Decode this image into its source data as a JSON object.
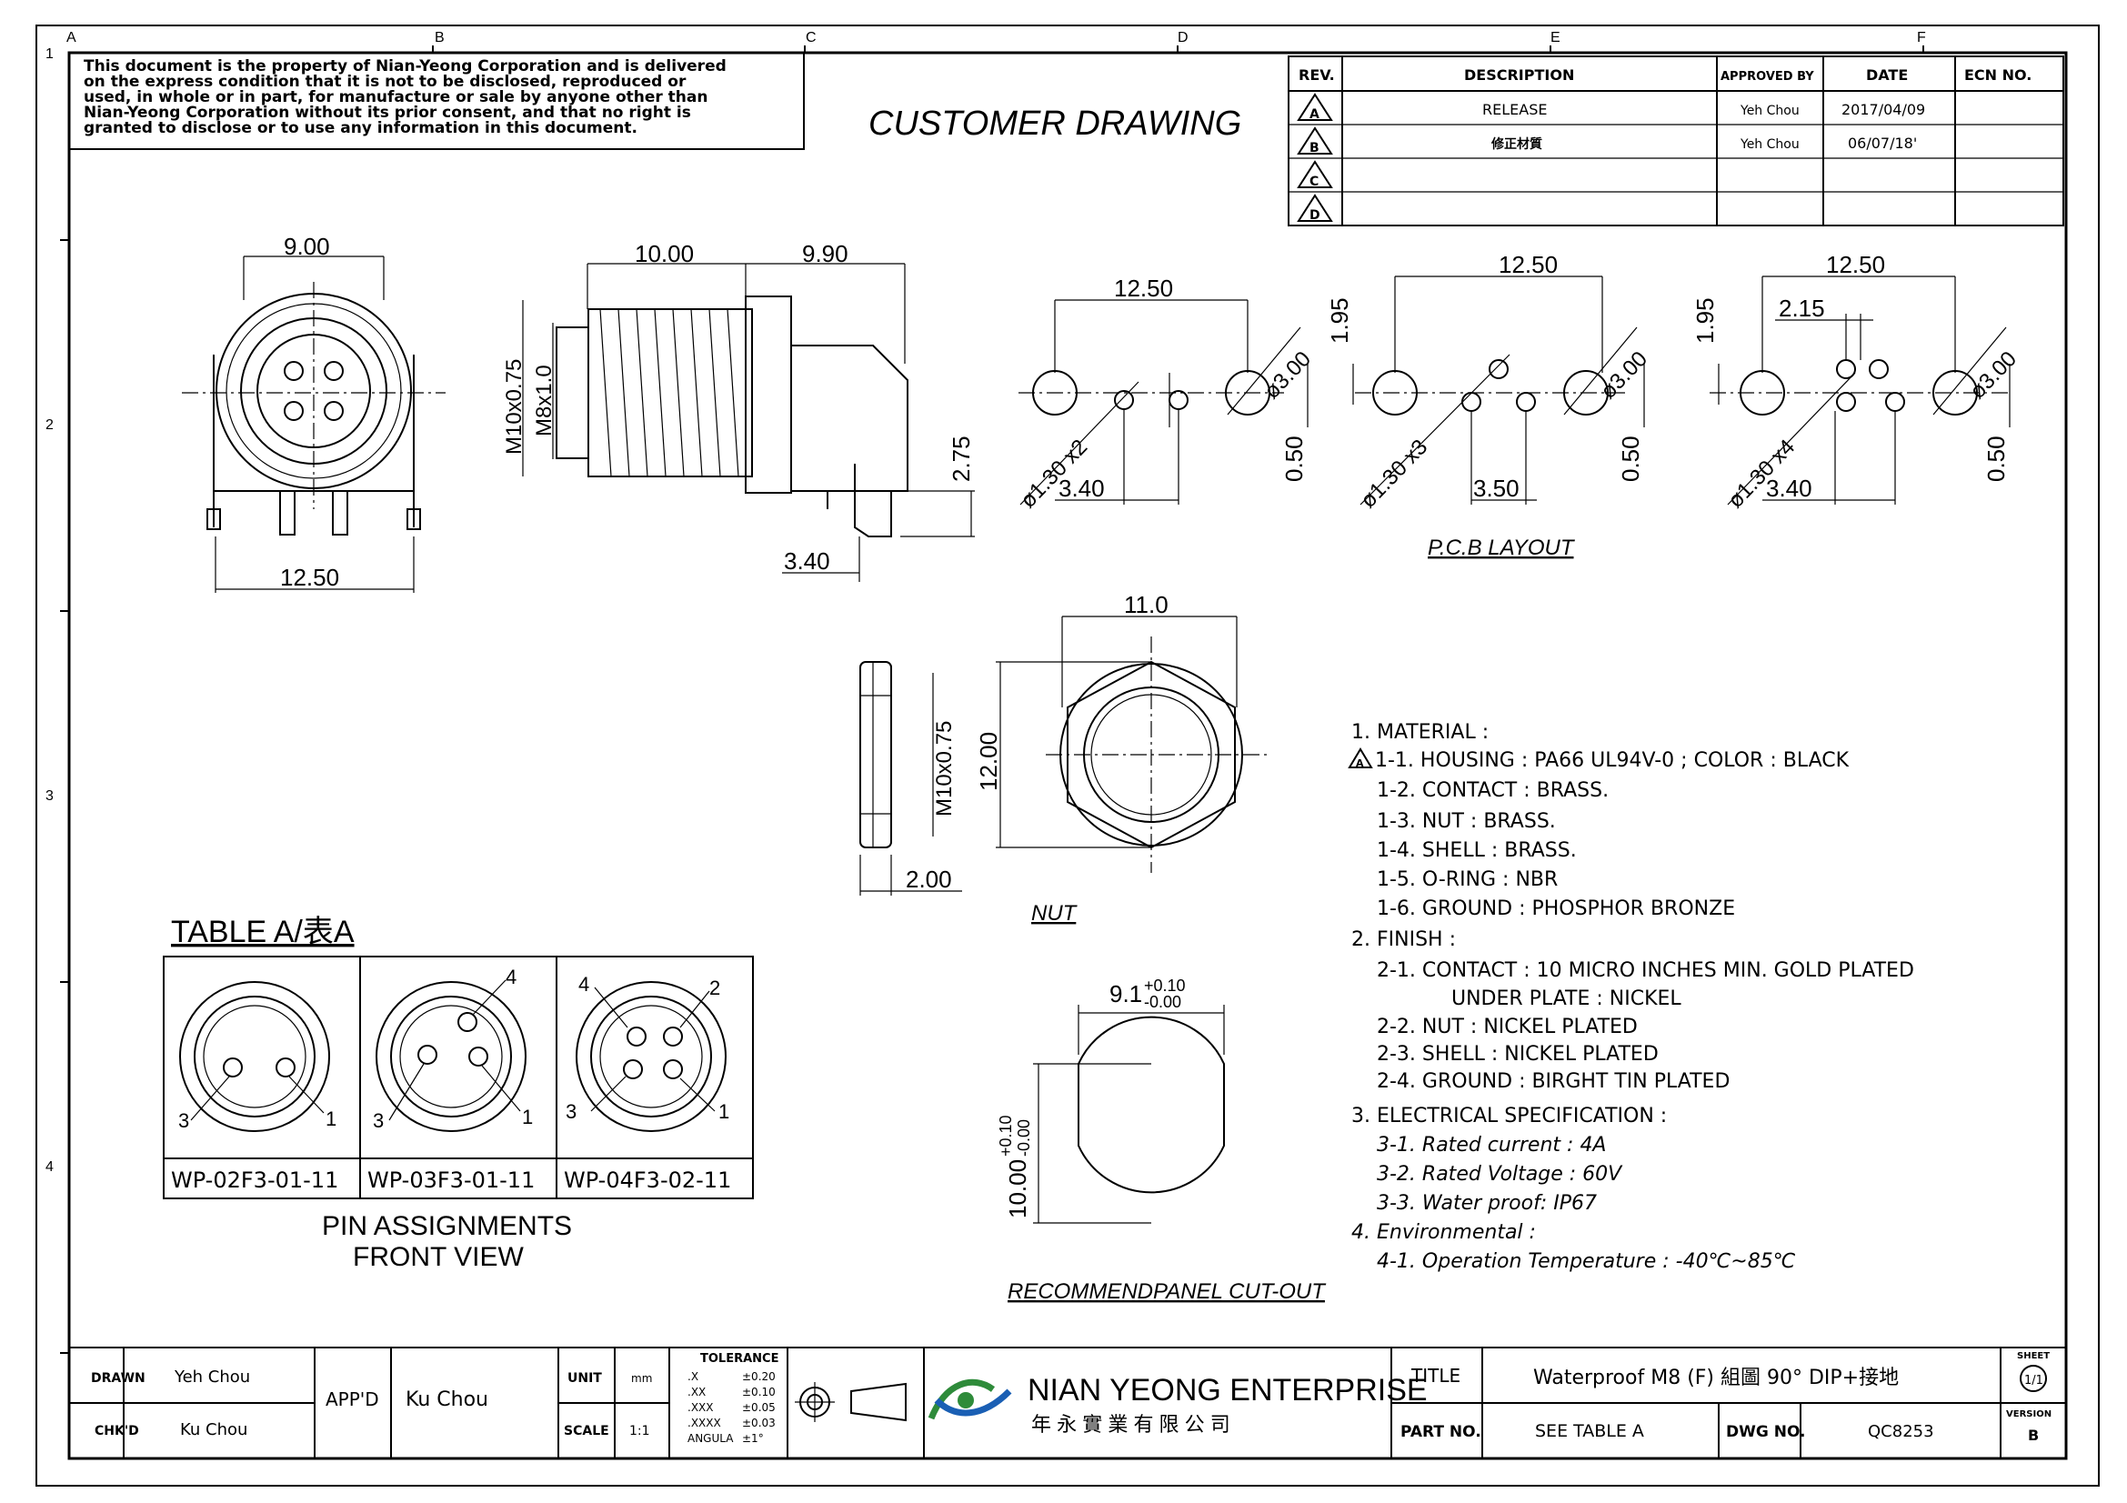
{
  "zone_letters": [
    "A",
    "B",
    "C",
    "D",
    "E",
    "F"
  ],
  "zone_numbers": [
    "1",
    "2",
    "3",
    "4"
  ],
  "disclaimer": [
    "This document is the property of Nian-Yeong Corporation and is delivered",
    "on  the  express condition that it is not to be disclosed, reproduced or",
    "used, in whole or in part, for manufacture or sale by anyone other than",
    "Nian-Yeong Corporation without  its prior consent, and that  no right  is",
    "granted to disclose or to use any information in this  document."
  ],
  "drawing_title": "CUSTOMER  DRAWING",
  "revision_table": {
    "headers": [
      "REV.",
      "DESCRIPTION",
      "APPROVED BY",
      "DATE",
      "ECN NO."
    ],
    "rows": [
      {
        "rev": "A",
        "description": "RELEASE",
        "approved": "Yeh Chou",
        "date": "2017/04/09",
        "ecn": ""
      },
      {
        "rev": "B",
        "description": "修正材質",
        "approved": "Yeh Chou",
        "date": "06/07/18'",
        "ecn": ""
      },
      {
        "rev": "C",
        "description": "",
        "approved": "",
        "date": "",
        "ecn": ""
      },
      {
        "rev": "D",
        "description": "",
        "approved": "",
        "date": "",
        "ecn": ""
      }
    ]
  },
  "dims": {
    "front_width": "9.00",
    "front_pin_span": "12.50",
    "side_body": "10.00",
    "side_tail": "9.90",
    "side_thread_outer": "M10x0.75",
    "side_thread_inner": "M8x1.0",
    "side_height": "2.75",
    "side_offset": "3.40",
    "pcb_span": "12.50",
    "pcb_hole_large": "ø3.00",
    "pcb_hole_2": "ø1.30 x2",
    "pcb_hole_3": "ø1.30 x3",
    "pcb_hole_4": "ø1.30 x4",
    "pcb_offset_2": "3.40",
    "pcb_offset_3": "3.50",
    "pcb_offset_4": "3.40",
    "pcb_vert": "1.95",
    "pcb_vert_2": "0.50",
    "pcb_inner_4": "2.15",
    "nut_hex": "11.0",
    "nut_height": "12.00",
    "nut_thread": "M10x0.75",
    "nut_thickness": "2.00",
    "cutout_width": "9.1",
    "cutout_width_tol_plus": "+0.10",
    "cutout_width_tol_minus": "-0.00",
    "cutout_height": "10.00",
    "cutout_height_tol_plus": "+0.10",
    "cutout_height_tol_minus": "-0.00"
  },
  "labels": {
    "pcb_layout": "P.C.B  LAYOUT",
    "nut": "NUT",
    "cutout": "RECOMMENDPANEL  CUT-OUT",
    "table_a": "TABLE  A/表A",
    "pin_assign_1": "PIN  ASSIGNMENTS",
    "pin_assign_2": "FRONT  VIEW"
  },
  "table_a": [
    {
      "part": "WP-02F3-01-11",
      "pins": [
        "3",
        "1"
      ]
    },
    {
      "part": "WP-03F3-01-11",
      "pins": [
        "4",
        "3",
        "1"
      ]
    },
    {
      "part": "WP-04F3-02-11",
      "pins": [
        "4",
        "2",
        "3",
        "1"
      ]
    }
  ],
  "notes": [
    "1.  MATERIAL  :",
    "1-1.  HOUSING  :  PA66  UL94V-0  ;  COLOR  :  BLACK",
    "1-2.  CONTACT  :  BRASS.",
    "1-3.  NUT  :  BRASS.",
    "1-4.  SHELL  :  BRASS.",
    "1-5.  O-RING  :  NBR",
    "1-6.  GROUND  :  PHOSPHOR  BRONZE",
    "2.  FINISH  :",
    "2-1.  CONTACT  :  10  MICRO  INCHES  MIN.  GOLD  PLATED",
    "UNDER  PLATE  :  NICKEL",
    "2-2.  NUT  :  NICKEL  PLATED",
    "2-3.  SHELL  :  NICKEL  PLATED",
    "2-4.  GROUND  :  BIRGHT  TIN  PLATED",
    "3.  ELECTRICAL  SPECIFICATION  :",
    "3-1.  Rated  current  :  4A",
    "3-2.  Rated  Voltage  :  60V",
    "3-3.  Water  proof:  IP67",
    "4.  Environmental  :",
    "4-1.  Operation  Temperature  :  -40℃~85℃"
  ],
  "note_rev_mark": "A",
  "title_block": {
    "drawn_label": "DRAWN",
    "drawn": "Yeh Chou",
    "chkd_label": "CHK'D",
    "chkd": "Ku Chou",
    "appd_label": "APP'D",
    "appd": "Ku Chou",
    "unit_label": "UNIT",
    "unit": "mm",
    "scale_label": "SCALE",
    "scale": "1:1",
    "tolerance_title": "TOLERANCE",
    "tolerances": [
      {
        "k": ".X",
        "v": "±0.20"
      },
      {
        "k": ".XX",
        "v": "±0.10"
      },
      {
        "k": ".XXX",
        "v": "±0.05"
      },
      {
        "k": ".XXXX",
        "v": "±0.03"
      },
      {
        "k": "ANGULA",
        "v": "±1°"
      }
    ],
    "company": "NIAN YEONG ENTERPRISE",
    "company_cn": "年 永 實 業 有 限 公 司",
    "title_label": "TITLE",
    "title": "Waterproof  M8  (F)  組圖  90°  DIP+接地",
    "part_label": "PART NO.",
    "part": "SEE  TABLE  A",
    "dwg_label": "DWG NO.",
    "dwg": "QC8253",
    "sheet_label": "SHEET",
    "sheet": "1/1",
    "version_label": "VERSION",
    "version": "B"
  }
}
